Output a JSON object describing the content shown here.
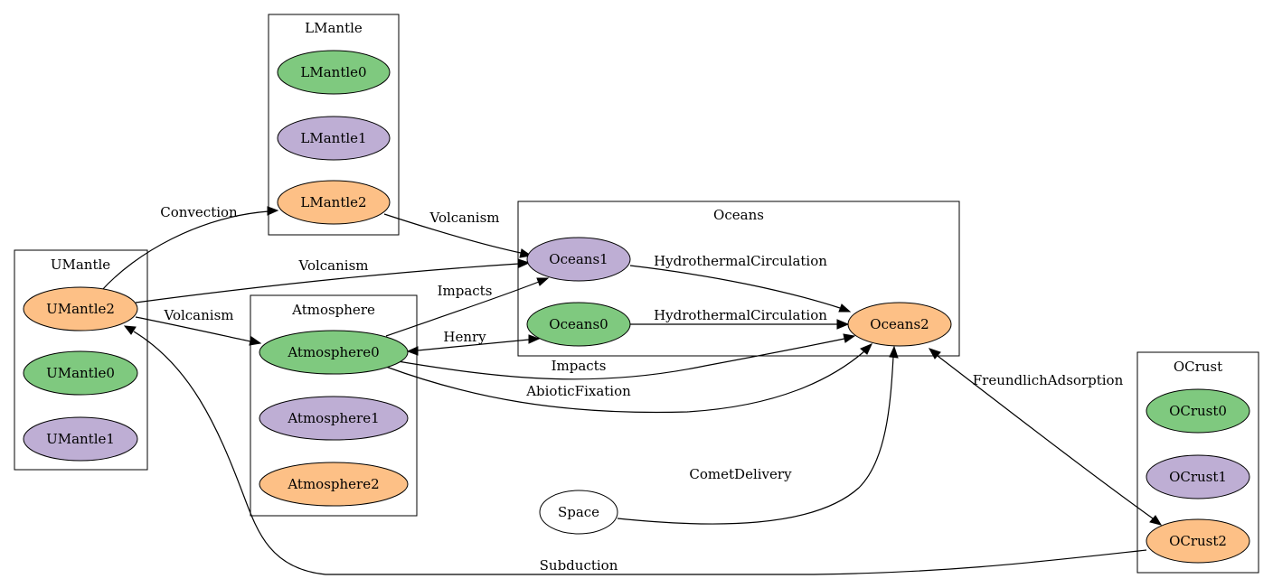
{
  "colors": {
    "green": "#7fc97f",
    "purple": "#beaed4",
    "orange": "#fdc086",
    "white": "#ffffff"
  },
  "clusters": [
    {
      "id": "lmantle",
      "label": "LMantle"
    },
    {
      "id": "umantle",
      "label": "UMantle"
    },
    {
      "id": "atmosphere",
      "label": "Atmosphere"
    },
    {
      "id": "oceans",
      "label": "Oceans"
    },
    {
      "id": "ocrust",
      "label": "OCrust"
    }
  ],
  "nodes": [
    {
      "id": "lmantle0",
      "label": "LMantle0",
      "color": "green"
    },
    {
      "id": "lmantle1",
      "label": "LMantle1",
      "color": "purple"
    },
    {
      "id": "lmantle2",
      "label": "LMantle2",
      "color": "orange"
    },
    {
      "id": "umantle2",
      "label": "UMantle2",
      "color": "orange"
    },
    {
      "id": "umantle0",
      "label": "UMantle0",
      "color": "green"
    },
    {
      "id": "umantle1",
      "label": "UMantle1",
      "color": "purple"
    },
    {
      "id": "atmosphere0",
      "label": "Atmosphere0",
      "color": "green"
    },
    {
      "id": "atmosphere1",
      "label": "Atmosphere1",
      "color": "purple"
    },
    {
      "id": "atmosphere2",
      "label": "Atmosphere2",
      "color": "orange"
    },
    {
      "id": "oceans1",
      "label": "Oceans1",
      "color": "purple"
    },
    {
      "id": "oceans0",
      "label": "Oceans0",
      "color": "green"
    },
    {
      "id": "oceans2",
      "label": "Oceans2",
      "color": "orange"
    },
    {
      "id": "ocrust0",
      "label": "OCrust0",
      "color": "green"
    },
    {
      "id": "ocrust1",
      "label": "OCrust1",
      "color": "purple"
    },
    {
      "id": "ocrust2",
      "label": "OCrust2",
      "color": "orange"
    },
    {
      "id": "space",
      "label": "Space",
      "color": "white"
    }
  ],
  "edges": [
    {
      "id": "e1",
      "from": "UMantle2",
      "to": "LMantle2",
      "label": "Convection",
      "direction": "forward"
    },
    {
      "id": "e2",
      "from": "LMantle2",
      "to": "Oceans1",
      "label": "Volcanism",
      "direction": "forward"
    },
    {
      "id": "e3",
      "from": "UMantle2",
      "to": "Oceans1",
      "label": "Volcanism",
      "direction": "forward"
    },
    {
      "id": "e4",
      "from": "UMantle2",
      "to": "Atmosphere0",
      "label": "Volcanism",
      "direction": "forward"
    },
    {
      "id": "e5",
      "from": "Atmosphere0",
      "to": "Oceans1",
      "label": "Impacts",
      "direction": "forward"
    },
    {
      "id": "e6",
      "from": "Oceans0",
      "to": "Atmosphere0",
      "label": "Henry",
      "direction": "both"
    },
    {
      "id": "e7",
      "from": "Oceans1",
      "to": "Oceans2",
      "label": "HydrothermalCirculation",
      "direction": "forward"
    },
    {
      "id": "e8",
      "from": "Oceans0",
      "to": "Oceans2",
      "label": "HydrothermalCirculation",
      "direction": "forward"
    },
    {
      "id": "e9",
      "from": "Atmosphere0",
      "to": "Oceans2",
      "label": "Impacts",
      "direction": "forward"
    },
    {
      "id": "e10",
      "from": "Atmosphere0",
      "to": "Oceans2",
      "label": "AbioticFixation",
      "direction": "forward"
    },
    {
      "id": "e11",
      "from": "Space",
      "to": "Oceans2",
      "label": "CometDelivery",
      "direction": "forward"
    },
    {
      "id": "e12",
      "from": "OCrust2",
      "to": "Oceans2",
      "label": "FreundlichAdsorption",
      "direction": "both"
    },
    {
      "id": "e13",
      "from": "OCrust2",
      "to": "UMantle2",
      "label": "Subduction",
      "direction": "forward"
    }
  ]
}
